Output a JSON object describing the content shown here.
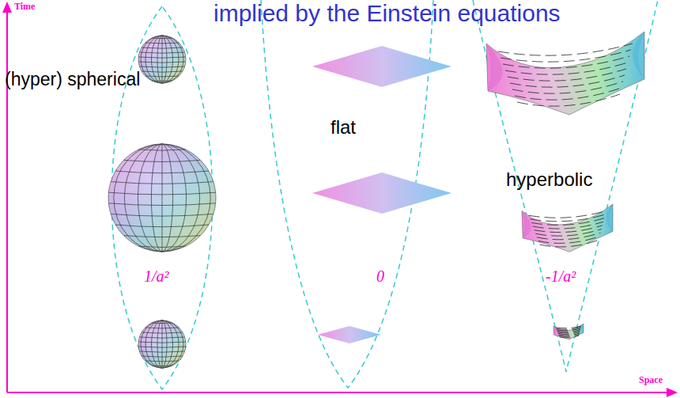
{
  "diagram": {
    "title": "implied by the Einstein equations",
    "labels": [
      "Time",
      "Space",
      "(hyper) spherical",
      "flat",
      "hyperbolic",
      "1/a²",
      "0",
      "-1/a²"
    ]
  }
}
